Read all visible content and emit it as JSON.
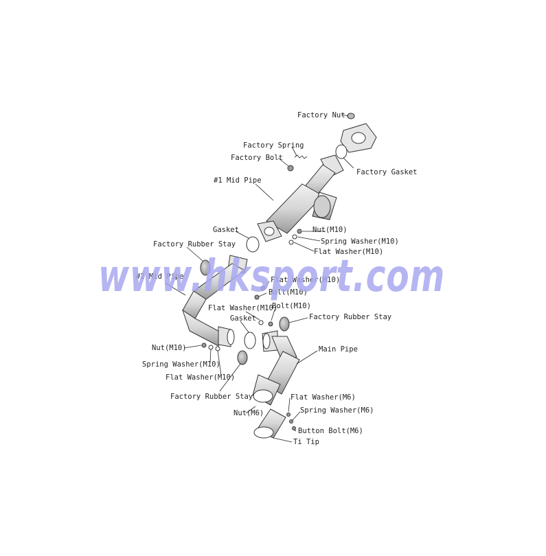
{
  "watermark": "www.hksport.com",
  "labels": {
    "factory_nut": "Factory Nut",
    "factory_spring": "Factory Spring",
    "factory_bolt": "Factory Bolt",
    "factory_gasket": "Factory Gasket",
    "mid_pipe_1": "#1 Mid Pipe",
    "gasket_top": "Gasket",
    "nut_m10_top": "Nut(M10)",
    "spring_washer_m10_top": "Spring Washer(M10)",
    "flat_washer_m10_top": "Flat Washer(M10)",
    "factory_rubber_stay_top": "Factory Rubber Stay",
    "mid_pipe_2": "#2 Mid Pipe",
    "flat_washer_m10_mid": "Flat Washer(M10)",
    "bolt_m10_mid": "Bolt(M10)",
    "flat_washer_m10_lower": "Flat Washer(M10)",
    "bolt_m10_lower": "Bolt(M10)",
    "gasket_mid": "Gasket",
    "factory_rubber_stay_right": "Factory Rubber Stay",
    "main_pipe": "Main Pipe",
    "nut_m10_left": "Nut(M10)",
    "spring_washer_m10_left": "Spring Washer(M10)",
    "flat_washer_m10_left": "Flat Washer(M10)",
    "factory_rubber_stay_bottom": "Factory Rubber Stay",
    "flat_washer_m6": "Flat Washer(M6)",
    "nut_m6": "Nut(M6)",
    "spring_washer_m6": "Spring Washer(M6)",
    "button_bolt_m6": "Button Bolt(M6)",
    "ti_tip": "Ti Tip"
  }
}
